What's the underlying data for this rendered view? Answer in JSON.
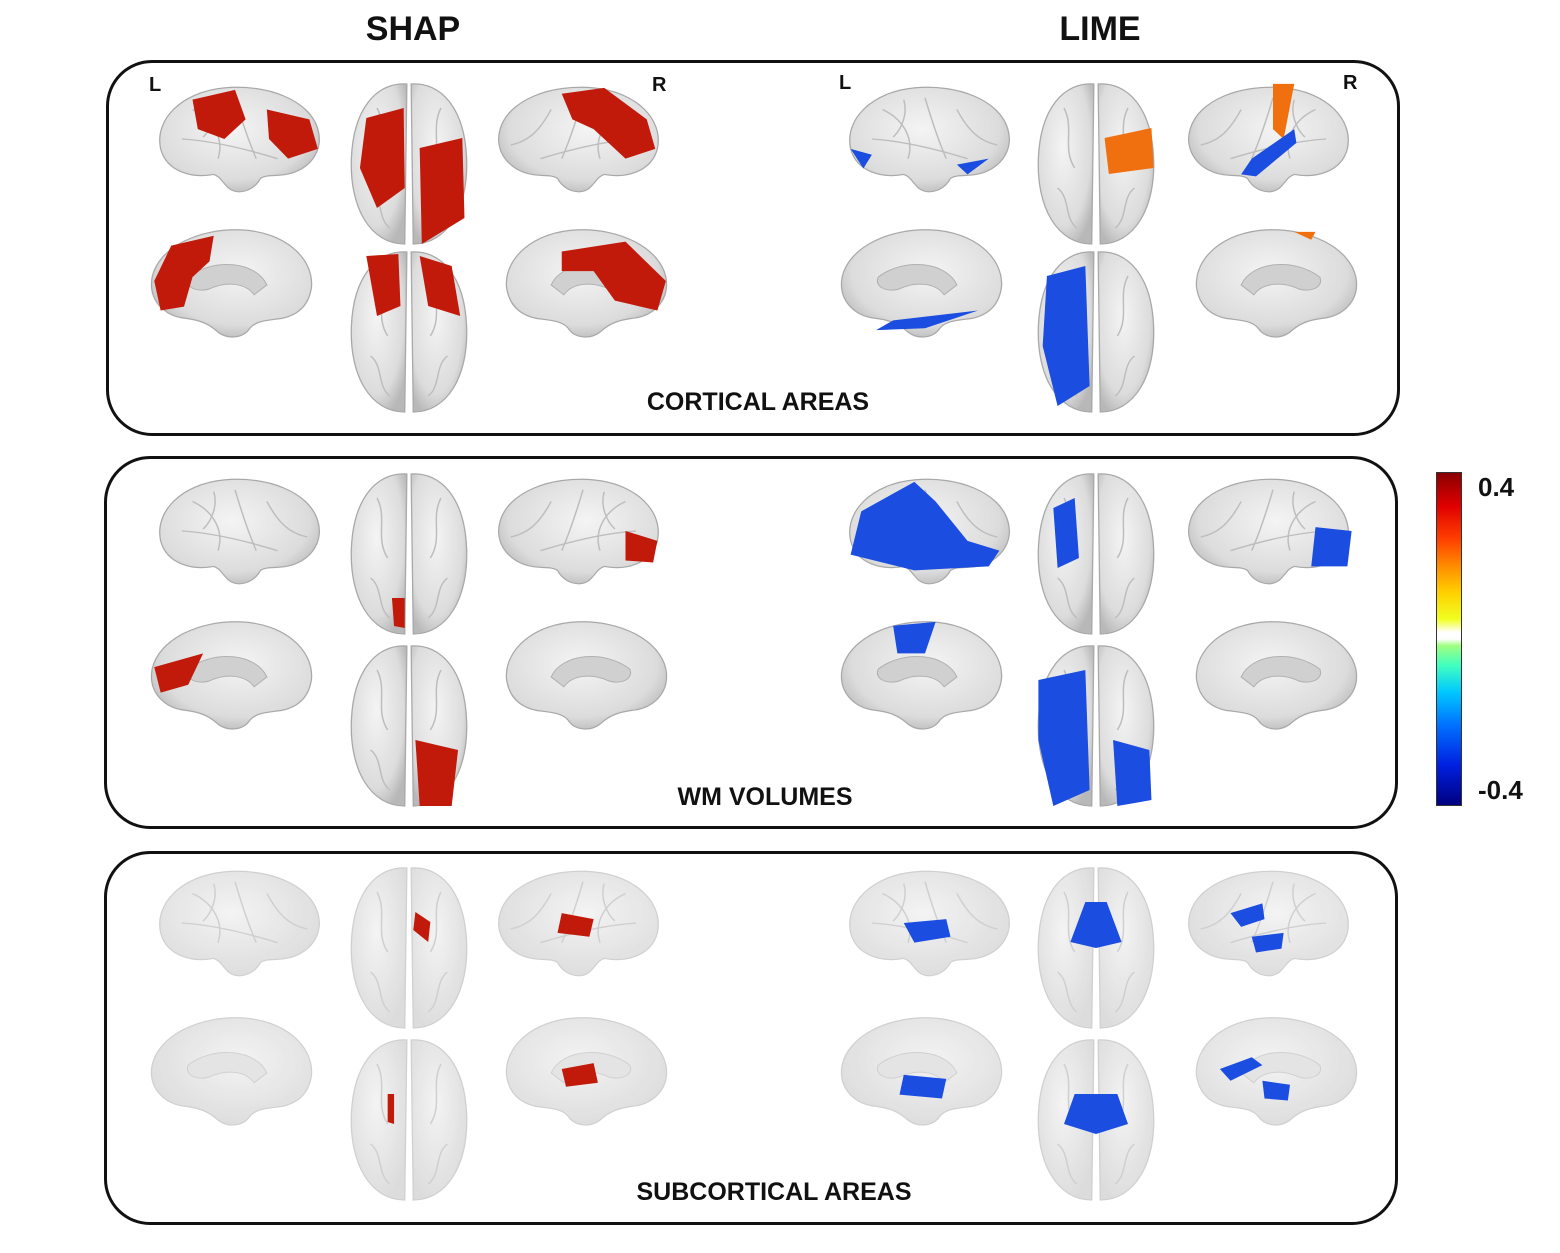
{
  "titles": {
    "shap": "SHAP",
    "lime": "LIME"
  },
  "hemisphere_labels": {
    "left": "L",
    "right": "R"
  },
  "panels": {
    "cortical": "CORTICAL AREAS",
    "wm": "WM VOLUMES",
    "subcortical": "SUBCORTICAL AREAS"
  },
  "colorbar": {
    "max_label": "0.4",
    "min_label": "-0.4",
    "colors": [
      "#8b0000",
      "#ff4000",
      "#ffd000",
      "#ffffff",
      "#40ffc0",
      "#0070ff",
      "#000080"
    ]
  },
  "colors": {
    "positive": "#c11a0a",
    "orange": "#f07010",
    "negative": "#1a4de0"
  }
}
